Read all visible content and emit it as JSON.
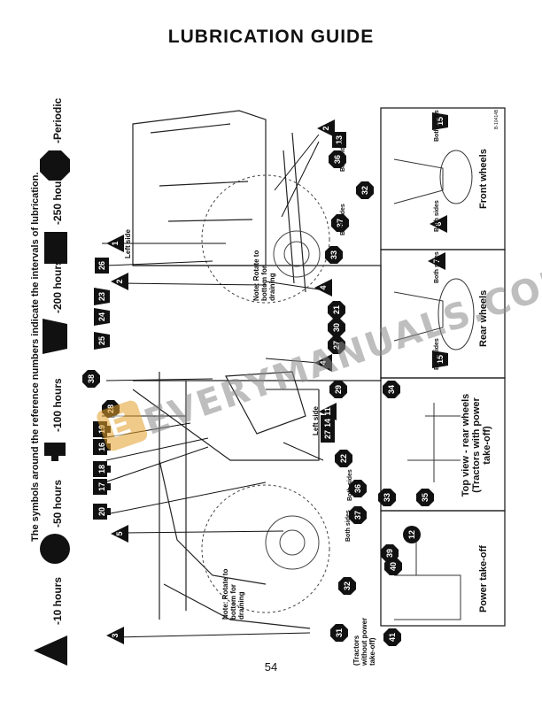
{
  "title": "LUBRICATION GUIDE",
  "page_number": "54",
  "instruction": "The symbols around the reference numbers indicate the intervals of lubrication.",
  "legend": [
    {
      "symbol": "triangle",
      "label": "-10 hours"
    },
    {
      "symbol": "circle",
      "label": "-50 hours"
    },
    {
      "symbol": "notched-rectangle",
      "label": "-100 hours"
    },
    {
      "symbol": "trapezoid",
      "label": "-200 hours"
    },
    {
      "symbol": "rectangle",
      "label": "-250 hours"
    },
    {
      "symbol": "octagon",
      "label": "-Periodic"
    }
  ],
  "notes": {
    "drain_note": "Note: Rotate to bottom for draining",
    "left_side": "Left side",
    "both_sides": "Both sides",
    "pto_note": "(Tractors without power take-off)",
    "figure_code": "B-10414B"
  },
  "panels": {
    "front_wheels": "Front wheels",
    "rear_wheels": "Rear wheels",
    "top_view": "Top view - rear wheels (Tractors with power take-off)",
    "pto": "Power take-off"
  },
  "watermark": {
    "text": "EVERYMANUALS.COM",
    "logo_letter": "E"
  },
  "markers": [
    {
      "n": "1",
      "s": "tri"
    },
    {
      "n": "2",
      "s": "tri"
    },
    {
      "n": "2",
      "s": "tri"
    },
    {
      "n": "3",
      "s": "tri"
    },
    {
      "n": "4",
      "s": "tri"
    },
    {
      "n": "4",
      "s": "tri"
    },
    {
      "n": "5",
      "s": "tri"
    },
    {
      "n": "6",
      "s": "tri"
    },
    {
      "n": "7",
      "s": "tri"
    },
    {
      "n": "11",
      "s": "tri"
    },
    {
      "n": "12",
      "s": "circ"
    },
    {
      "n": "13",
      "s": "rect"
    },
    {
      "n": "14",
      "s": "rect"
    },
    {
      "n": "15",
      "s": "trap"
    },
    {
      "n": "15",
      "s": "trap"
    },
    {
      "n": "16",
      "s": "notch"
    },
    {
      "n": "17",
      "s": "notch"
    },
    {
      "n": "18",
      "s": "notch"
    },
    {
      "n": "19",
      "s": "notch"
    },
    {
      "n": "20",
      "s": "notch"
    },
    {
      "n": "21",
      "s": "oct"
    },
    {
      "n": "22",
      "s": "oct"
    },
    {
      "n": "23",
      "s": "trap"
    },
    {
      "n": "24",
      "s": "trap"
    },
    {
      "n": "25",
      "s": "trap"
    },
    {
      "n": "26",
      "s": "rect"
    },
    {
      "n": "27",
      "s": "oct"
    },
    {
      "n": "27",
      "s": "rect"
    },
    {
      "n": "28",
      "s": "oct"
    },
    {
      "n": "29",
      "s": "oct"
    },
    {
      "n": "30",
      "s": "oct"
    },
    {
      "n": "31",
      "s": "oct"
    },
    {
      "n": "32",
      "s": "oct"
    },
    {
      "n": "32",
      "s": "oct"
    },
    {
      "n": "33",
      "s": "oct"
    },
    {
      "n": "33",
      "s": "oct"
    },
    {
      "n": "34",
      "s": "oct"
    },
    {
      "n": "35",
      "s": "oct"
    },
    {
      "n": "36",
      "s": "oct"
    },
    {
      "n": "36",
      "s": "oct"
    },
    {
      "n": "37",
      "s": "oct"
    },
    {
      "n": "37",
      "s": "oct"
    },
    {
      "n": "38",
      "s": "oct"
    },
    {
      "n": "39",
      "s": "oct"
    },
    {
      "n": "40",
      "s": "oct"
    },
    {
      "n": "41",
      "s": "oct"
    }
  ]
}
